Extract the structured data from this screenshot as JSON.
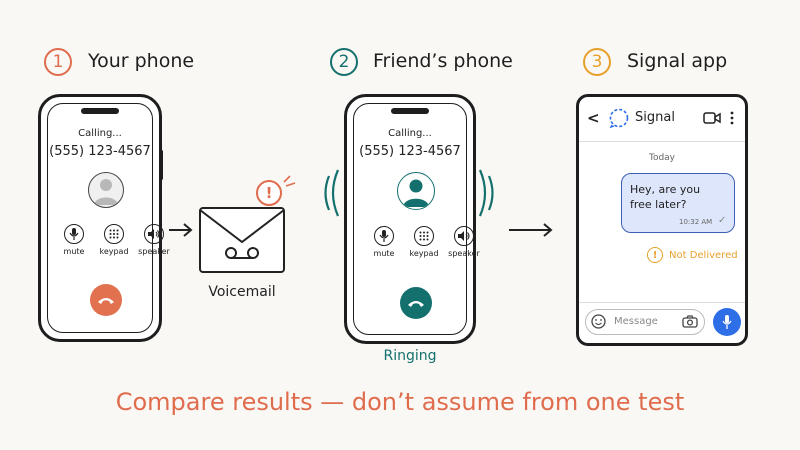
{
  "steps": [
    {
      "number": "1",
      "title": "Your phone"
    },
    {
      "number": "2",
      "title": "Friend’s phone"
    },
    {
      "number": "3",
      "title": "Signal app"
    }
  ],
  "phone1": {
    "status": "Calling...",
    "number": "(555) 123-4567",
    "controls": [
      "mute",
      "keypad",
      "speaker"
    ]
  },
  "voicemail": {
    "label": "Voicemail",
    "alert": "!"
  },
  "phone2": {
    "status": "Calling...",
    "number": "(555) 123-4567",
    "controls": [
      "mute",
      "keypad",
      "speaker"
    ],
    "caption": "Ringing"
  },
  "signal": {
    "back": "<",
    "title": "Signal",
    "date": "Today",
    "message": "Hey, are you free later?",
    "time": "10:32 AM",
    "check": "✓",
    "status_icon": "!",
    "status": "Not Delivered",
    "input_placeholder": "Message"
  },
  "footer": "Compare results — don’t assume from one test",
  "colors": {
    "step1": "#e06c4e",
    "step2": "#14706e",
    "step3": "#e8a02c",
    "decline": "#e27150",
    "answer": "#13706d",
    "bubble": "#dde6fb",
    "bubble_border": "#3d5fb8",
    "accent_blue": "#2e6ee6",
    "footer": "#e06c4e",
    "warning": "#e8a02c"
  }
}
